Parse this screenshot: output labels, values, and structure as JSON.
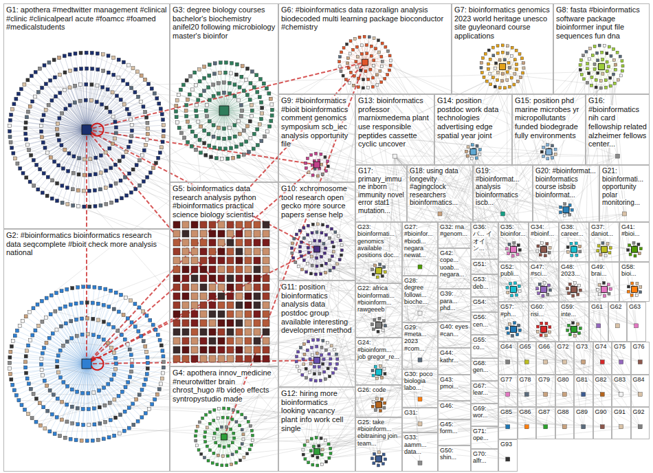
{
  "diagram": {
    "nodes": [
      {
        "text": [
          "G1: apothera #medtwitter management #clinical #clinic #clinicalpearl acute #foamcc #foamed #medicalstudents"
        ]
      },
      {
        "text": [
          "G2: #bioinformatics bioinformatics research data seqcomplete #bioit check more analysis national"
        ]
      },
      {
        "text": [
          "G3: degree biology courses bachelor's biochemistry anifel20 following microbiology master's bioinfor"
        ]
      },
      {
        "text": [
          "G4: apothera innov_medicine #neurotwitter brain chrost_hugo #b video effects syntropystudio made"
        ]
      },
      {
        "text": [
          "G5: bioinformatics data research analysis python #bioinformatics practical science biology scientist"
        ]
      },
      {
        "text": [
          "G6: #bioinformatics data razoralign analysis biodecoded multi learning package bioconductor #chemistry"
        ]
      },
      {
        "text": [
          "G7: bioinformatics genomics 2023 world heritage unesco site guyleonard course applications"
        ]
      },
      {
        "text": [
          "G8: fasta #bioinformatics software package bioinformer input file sequences fun dna"
        ]
      },
      {
        "text": [
          "G9: #bioinformatics #bioit bioinformatics comment genomics symposium scb_iec analysis opportunity file"
        ]
      },
      {
        "text": [
          "G10: xchromosome tool research open gecko more source papers sense help"
        ]
      },
      {
        "text": [
          "G11: position bioinformatics analysis data postdoc group available interesting development method"
        ]
      },
      {
        "text": [
          "G12: hiring more bioinformatics looking vacancy plant info work cell single"
        ]
      },
      {
        "text": [
          "G13: bioinformatics professor marnixmedema plant use responsible peptides cassette cyclic uncover"
        ]
      },
      {
        "text": [
          "G14: position postdoc work data technologies advertising edge spatial year joint"
        ]
      },
      {
        "text": [
          "G15: position phd marine microbes yr micropollutants funded biodegrade fully environments"
        ]
      },
      {
        "text": [
          "G16: #bioinformatics nih card fellowship related alzheimer fellows center..."
        ]
      },
      {
        "text": [
          "G17: primary_immune inborn immunity novel error stat1 mutation..."
        ]
      },
      {
        "text": [
          "G18: using data longevity #agingclock researchers bioinformatics..."
        ]
      },
      {
        "text": [
          "G19: #bioinformat... analysis bioinformatics iscb..."
        ]
      },
      {
        "text": [
          "G20: #bioinformat... bioinformatics course isbsib bioinformat..."
        ]
      },
      {
        "text": [
          "G21: bioinformati... opportunity polar monitoring..."
        ]
      },
      {
        "text": [
          "G22: africa bioinformati... #bioinform... rawgeeeb"
        ]
      },
      {
        "text": [
          "G23: bioinformati... genomics available positions doc..."
        ]
      },
      {
        "text": [
          "G24: #bioinform... job gregor_re..."
        ]
      },
      {
        "text": [
          "G25: take #bioinform... ebitraining join team..."
        ]
      },
      {
        "text": [
          "G26: code"
        ]
      },
      {
        "text": [
          "G27: #bioinfor... #biodi... negara newat..."
        ]
      },
      {
        "text": [
          "G28: degree followi... bioche..."
        ]
      },
      {
        "text": [
          "G29: #meta... 2023 #com..."
        ]
      },
      {
        "text": [
          "G30: poco biologia labo..."
        ]
      },
      {
        "text": [
          "G31:"
        ]
      },
      {
        "text": [
          "G32: rna #genom..."
        ]
      },
      {
        "text": [
          "G33: aamm... data..."
        ]
      },
      {
        "text": [
          "G34: #bioinf..."
        ]
      },
      {
        "text": [
          "G35: bioinfor..."
        ]
      },
      {
        "text": [
          "G36: バ... イオイン..."
        ]
      },
      {
        "text": [
          "G37: daniot..."
        ]
      },
      {
        "text": [
          "G38: career..."
        ]
      },
      {
        "text": [
          "G39: para... phd..."
        ]
      },
      {
        "text": [
          "G40: eyes #can..."
        ]
      },
      {
        "text": [
          "G41: #bioi..."
        ]
      },
      {
        "text": [
          "G42: cope... uoab... negara..."
        ]
      },
      {
        "text": [
          "G43: pmoi..."
        ]
      },
      {
        "text": [
          "G44: kathr..."
        ]
      },
      {
        "text": [
          "G45: form..."
        ]
      },
      {
        "text": [
          "G46:"
        ]
      },
      {
        "text": [
          "G47: #sci..."
        ]
      },
      {
        "text": [
          "G48: 2023..."
        ]
      },
      {
        "text": [
          "G49: brai..."
        ]
      },
      {
        "text": [
          "G50: shin..."
        ]
      },
      {
        "text": [
          "G51:"
        ]
      },
      {
        "text": [
          "G52: publi..."
        ]
      },
      {
        "text": [
          "G53: deb..."
        ]
      },
      {
        "text": [
          "G54:"
        ]
      },
      {
        "text": [
          "G55: co..."
        ]
      },
      {
        "text": [
          "G56: cen..."
        ]
      },
      {
        "text": [
          "G57: #ph..."
        ]
      },
      {
        "text": [
          "G58: bioi..."
        ]
      },
      {
        "text": [
          "G59: inte..."
        ]
      },
      {
        "text": [
          "G60: risi..."
        ]
      },
      {
        "text": [
          "G61"
        ]
      },
      {
        "text": [
          "G62"
        ]
      },
      {
        "text": [
          "G63"
        ]
      },
      {
        "text": [
          "G64"
        ]
      },
      {
        "text": [
          "G65"
        ]
      },
      {
        "text": [
          "G66"
        ]
      },
      {
        "text": [
          "G67: lear..."
        ]
      },
      {
        "text": [
          "G68: gen..."
        ]
      },
      {
        "text": [
          "G69: wor..."
        ]
      },
      {
        "text": [
          "G70: alfr..."
        ]
      },
      {
        "text": [
          "G71: ope..."
        ]
      },
      {
        "text": [
          "G72"
        ]
      },
      {
        "text": [
          "G73"
        ]
      },
      {
        "text": [
          "G74"
        ]
      },
      {
        "text": [
          "G75"
        ]
      },
      {
        "text": [
          "G76"
        ]
      },
      {
        "text": [
          "G77"
        ]
      },
      {
        "text": [
          "G78"
        ]
      },
      {
        "text": [
          "G79"
        ]
      },
      {
        "text": [
          "G80"
        ]
      },
      {
        "text": [
          "G81"
        ]
      },
      {
        "text": [
          "G82"
        ]
      },
      {
        "text": [
          "G83"
        ]
      },
      {
        "text": [
          "G84"
        ]
      },
      {
        "text": [
          "G85"
        ]
      },
      {
        "text": [
          "G86"
        ]
      },
      {
        "text": [
          "G87"
        ]
      },
      {
        "text": [
          "G88"
        ]
      },
      {
        "text": [
          "G89"
        ]
      },
      {
        "text": [
          "G90"
        ]
      },
      {
        "text": [
          "G91"
        ]
      },
      {
        "text": [
          "G92"
        ]
      },
      {
        "text": [
          "G93"
        ]
      }
    ]
  }
}
